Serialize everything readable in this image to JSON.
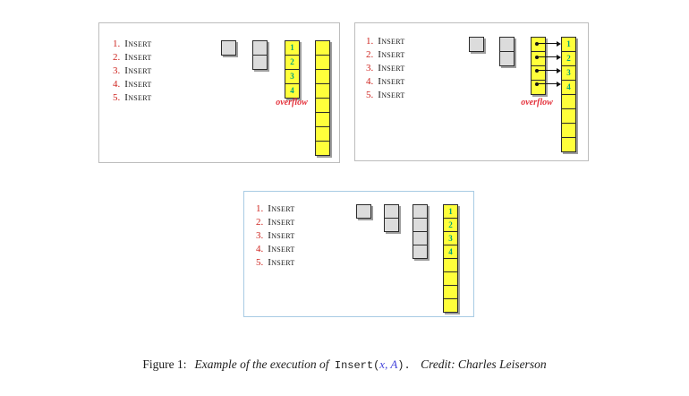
{
  "caption": {
    "label": "Figure 1:",
    "body": "Example of the execution of",
    "code_open": "Insert(",
    "code_args": "x, A",
    "code_close": ").",
    "credit": "Credit: Charles Leiserson"
  },
  "steps": [
    {
      "num": "1.",
      "label": "Insert"
    },
    {
      "num": "2.",
      "label": "Insert"
    },
    {
      "num": "3.",
      "label": "Insert"
    },
    {
      "num": "4.",
      "label": "Insert"
    },
    {
      "num": "5.",
      "label": "Insert"
    }
  ],
  "overflow_label": "overflow",
  "item_labels": [
    "1",
    "2",
    "3",
    "4"
  ],
  "colors": {
    "step_number_red": "#ce2520",
    "overflow_red": "#e4323c",
    "cell_yellow": "#ffff3b",
    "cell_gray": "#dcdcdc",
    "item_digit_green": "#00a37a",
    "math_blue": "#4444db",
    "panel_border_gray": "#bdbdbd",
    "panel_border_blue": "#a8cbe4"
  }
}
